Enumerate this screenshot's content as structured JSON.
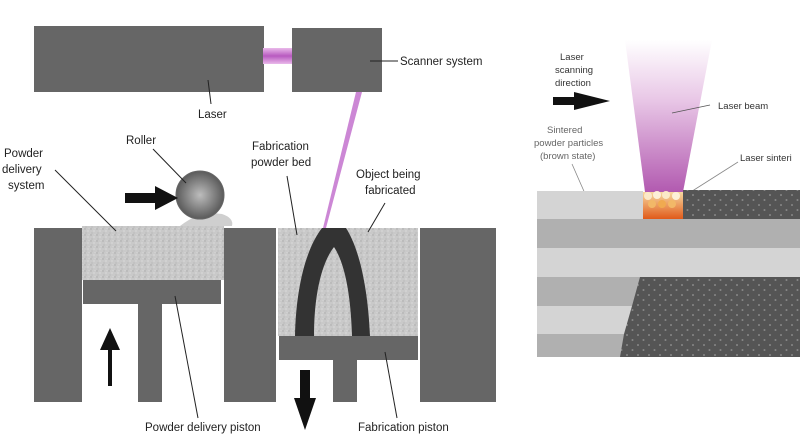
{
  "left_diagram": {
    "labels": {
      "laser": "Laser",
      "scanner_system": "Scanner system",
      "roller": "Roller",
      "powder_delivery_system": [
        "Powder",
        "delivery",
        "system"
      ],
      "fabrication_powder_bed": [
        "Fabrication",
        "powder bed"
      ],
      "object_being_fabricated": [
        "Object being",
        "fabricated"
      ],
      "powder_delivery_piston": "Powder delivery piston",
      "fabrication_piston": "Fabrication piston"
    }
  },
  "right_diagram": {
    "labels": {
      "laser_scanning_direction": [
        "Laser",
        "scanning",
        "direction"
      ],
      "laser_beam": "Laser beam",
      "sintered_powder_particles": [
        "Sintered",
        "powder particles",
        "(brown state)"
      ],
      "laser_sintering": "Laser sinteri"
    }
  },
  "colors": {
    "machine_gray": "#666666",
    "object_dark": "#333333",
    "powder": "#c8c8c8",
    "laser_purple": "#c070c8",
    "layer_light": "#d4d4d4",
    "layer_mid": "#b0b0b0",
    "particle": "#555555",
    "sinter_orange": "#e88a2a"
  }
}
